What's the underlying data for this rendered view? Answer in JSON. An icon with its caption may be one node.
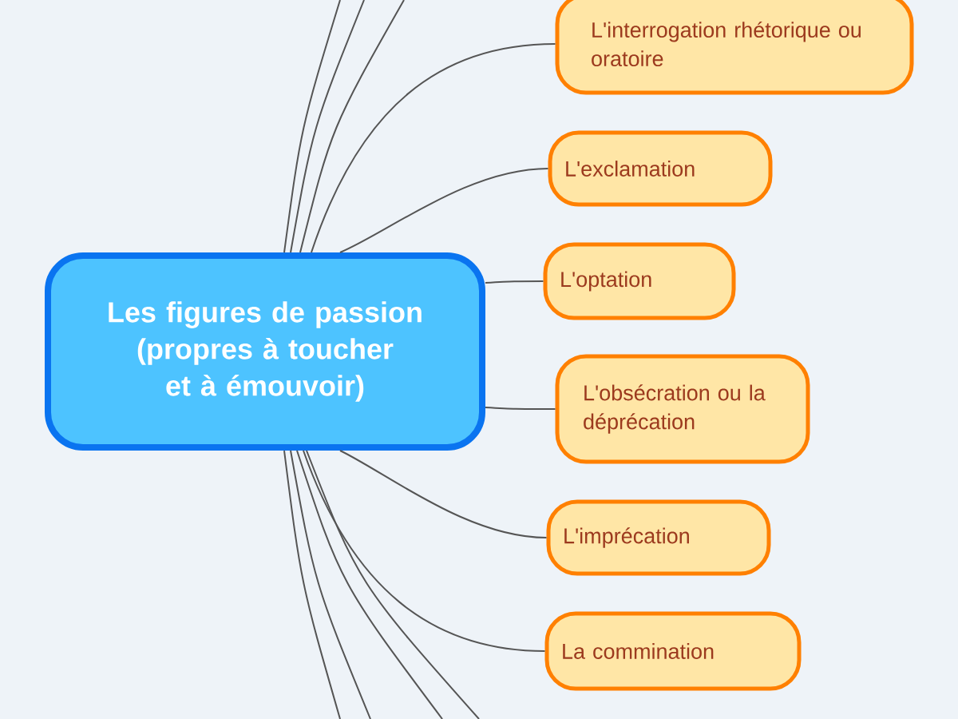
{
  "diagram": {
    "nodes": [
      {
        "text": [
          "Les figures de passion (propres à toucher et à émouvoir)"
        ]
      },
      {
        "text": [
          "L'interrogation rhétorique ou oratoire"
        ]
      },
      {
        "text": [
          "L'exclamation"
        ]
      },
      {
        "text": [
          "L'optation"
        ]
      },
      {
        "text": [
          "L'obsécration ou la déprécation"
        ]
      },
      {
        "text": [
          "L'imprécation"
        ]
      },
      {
        "text": [
          "La commination"
        ]
      }
    ],
    "edges": [
      {
        "from": 0,
        "to": 1,
        "arrow": "none"
      },
      {
        "from": 0,
        "to": 2,
        "arrow": "none"
      },
      {
        "from": 0,
        "to": 3,
        "arrow": "none"
      },
      {
        "from": 0,
        "to": 4,
        "arrow": "none"
      },
      {
        "from": 0,
        "to": 5,
        "arrow": "none"
      },
      {
        "from": 0,
        "to": 6,
        "arrow": "none"
      },
      {
        "from": 0,
        "to": null,
        "arrow": "none"
      },
      {
        "from": 0,
        "to": null,
        "arrow": "none"
      },
      {
        "from": 0,
        "to": null,
        "arrow": "none"
      },
      {
        "from": 0,
        "to": null,
        "arrow": "none"
      },
      {
        "from": 0,
        "to": null,
        "arrow": "none"
      },
      {
        "from": 0,
        "to": null,
        "arrow": "none"
      },
      {
        "from": 0,
        "to": null,
        "arrow": "none"
      }
    ]
  }
}
